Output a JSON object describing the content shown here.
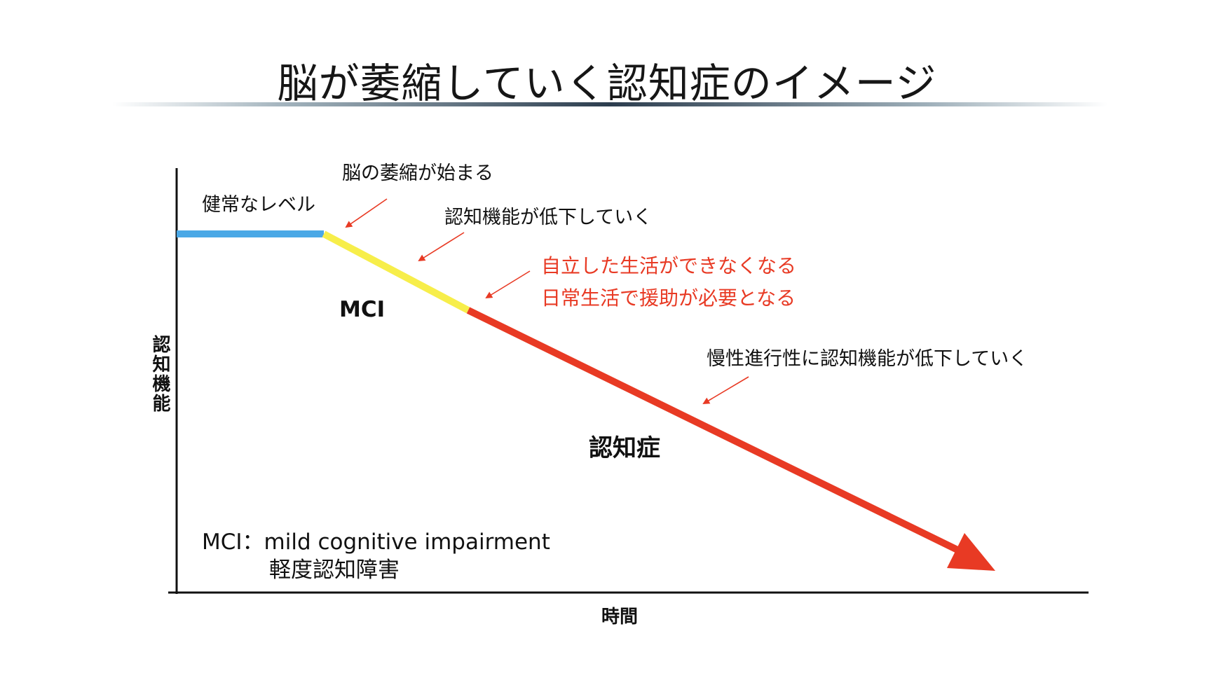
{
  "title": "脳が萎縮していく認知症のイメージ",
  "axes": {
    "y_label": "認知機能",
    "x_label": "時間"
  },
  "annotations": {
    "healthy_level": "健常なレベル",
    "atrophy_start": "脳の萎縮が始まる",
    "function_declining": "認知機能が低下していく",
    "independent_living_lost": "自立した生活ができなくなる",
    "daily_assistance_needed": "日常生活で援助が必要となる",
    "chronic_decline": "慢性進行性に認知機能が低下していく"
  },
  "stages": {
    "mci": "MCI",
    "dementia": "認知症"
  },
  "legend_note": {
    "term": "MCI：mild cognitive impairment",
    "japanese": "軽度認知障害"
  },
  "colors": {
    "healthy": "#4aa8e6",
    "mci": "#f7ee4a",
    "dementia": "#e83a24",
    "annotation_red": "#e83a24",
    "axis": "#111111"
  }
}
